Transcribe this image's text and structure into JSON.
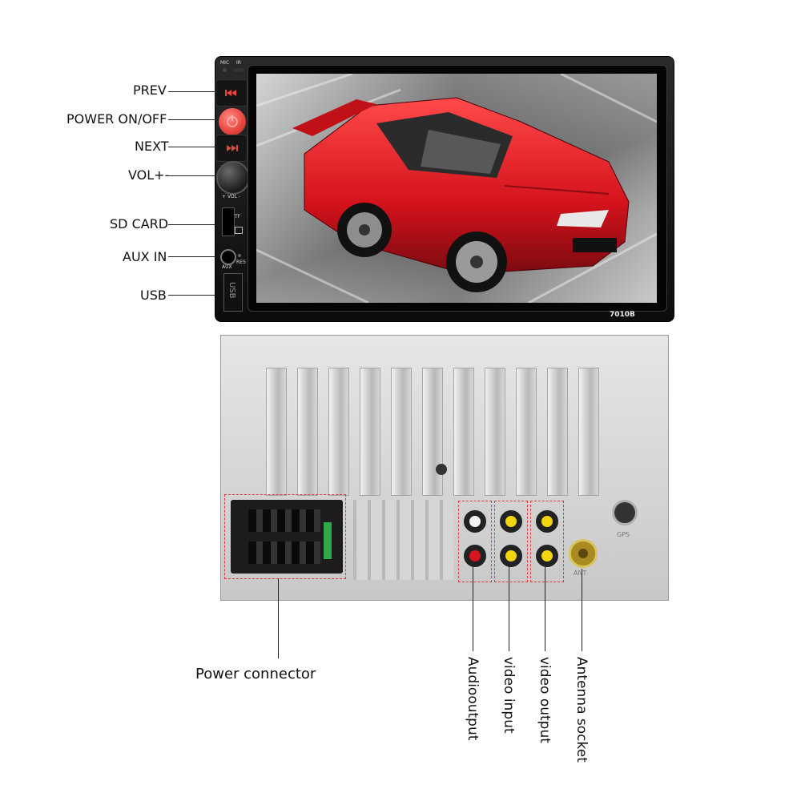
{
  "front_labels": {
    "prev": "PREV",
    "power": "POWER  ON/OFF",
    "next": "NEXT",
    "vol": "VOL+-",
    "sd_card": "SD  CARD",
    "aux_in": "AUX IN",
    "usb": "USB"
  },
  "panel_text": {
    "mic": "MIC",
    "ir": "IR",
    "vol_ring": "+ VOL -",
    "tf": "TF",
    "aux": "AUX",
    "res": "RES",
    "usb_port": "USB",
    "model": "7010B"
  },
  "back_text": {
    "gps": "GPS",
    "ant": "ANT"
  },
  "back_labels": {
    "power_connector": "Power connector",
    "audio_output": "Audiooutput",
    "video_input": "video input",
    "video_output": "video output",
    "antenna_socket": "Antenna socket"
  },
  "colors": {
    "power_button": "#e8443f",
    "car_body": "#d4121c",
    "rca_red": "#d8141e",
    "rca_white": "#f4f4f4",
    "rca_yellow": "#f3d411",
    "dashed_box": "#e23a3a"
  }
}
